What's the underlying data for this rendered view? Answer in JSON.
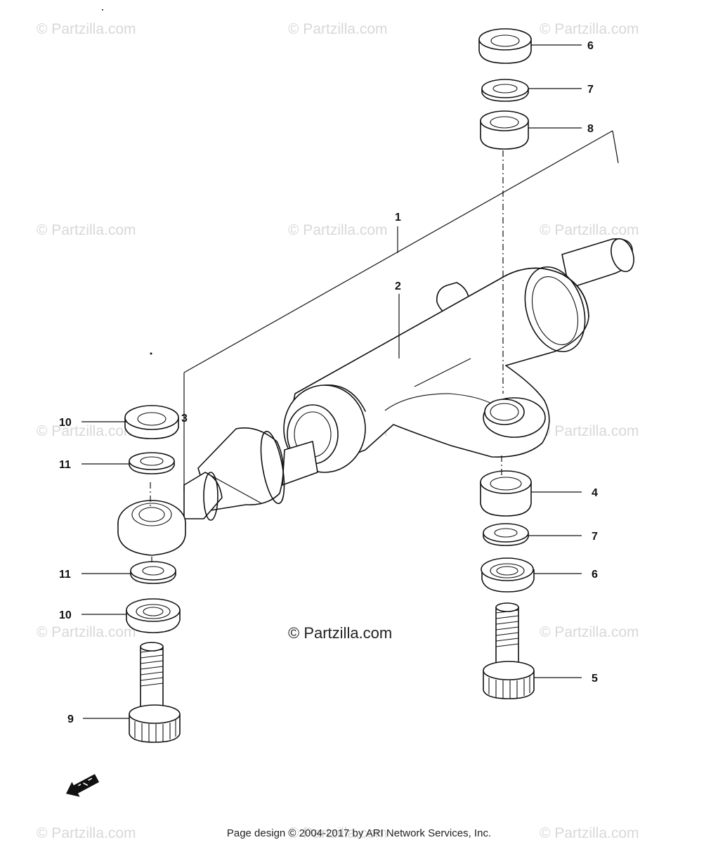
{
  "watermark": "© Partzilla.com",
  "footer": "Page design © 2004-2017 by ARI Network Services, Inc.",
  "callouts": [
    "1",
    "2",
    "3",
    "4",
    "5",
    "6",
    "6",
    "7",
    "7",
    "8",
    "9",
    "10",
    "10",
    "11",
    "11"
  ]
}
